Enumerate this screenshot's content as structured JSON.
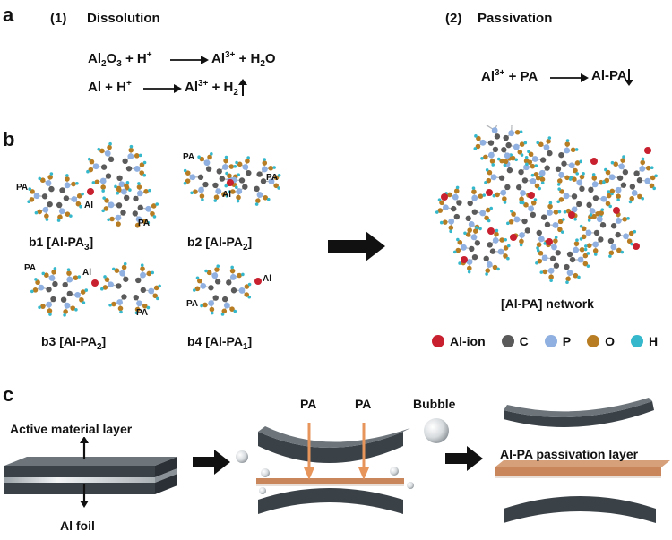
{
  "panel_a": {
    "letter": "a",
    "dissolution": {
      "number": "(1)",
      "title": "Dissolution"
    },
    "passivation": {
      "number": "(2)",
      "title": "Passivation"
    },
    "eq1_left": "Al2O3 + H+",
    "eq1_right": "Al3+ + H2O",
    "eq2_left": "Al + H+",
    "eq2_right": "Al3+ + H2",
    "eq3_left": "Al3+ + PA",
    "eq3_right": "Al-PA"
  },
  "panel_b": {
    "letter": "b",
    "structures": [
      {
        "caption": "b1  [Al-PA3]",
        "labels": [
          "PA",
          "Al",
          "PA"
        ]
      },
      {
        "caption": "b2  [Al-PA2]",
        "labels": [
          "PA",
          "Al",
          "PA"
        ]
      },
      {
        "caption": "b3  [Al-PA2]",
        "labels": [
          "PA",
          "Al",
          "PA"
        ]
      },
      {
        "caption": "b4  [Al-PA1]",
        "labels": [
          "Al",
          "PA"
        ]
      }
    ],
    "network_caption": "[Al-PA] network",
    "legend": [
      {
        "label": "Al-ion",
        "color": "#c8202e"
      },
      {
        "label": "C",
        "color": "#5a5a5a"
      },
      {
        "label": "P",
        "color": "#8fb0e0"
      },
      {
        "label": "O",
        "color": "#b87d22"
      },
      {
        "label": "H",
        "color": "#35b8cc"
      }
    ]
  },
  "panel_c": {
    "letter": "c",
    "active_layer_label": "Active material layer",
    "al_foil_label": "Al foil",
    "pa_label_1": "PA",
    "pa_label_2": "PA",
    "bubble_label": "Bubble",
    "passivation_layer_label": "Al-PA passivation layer"
  },
  "colors": {
    "layer_dark": "#3a4147",
    "passivation": "#c9865a",
    "arrow_orange": "#e8955c"
  }
}
